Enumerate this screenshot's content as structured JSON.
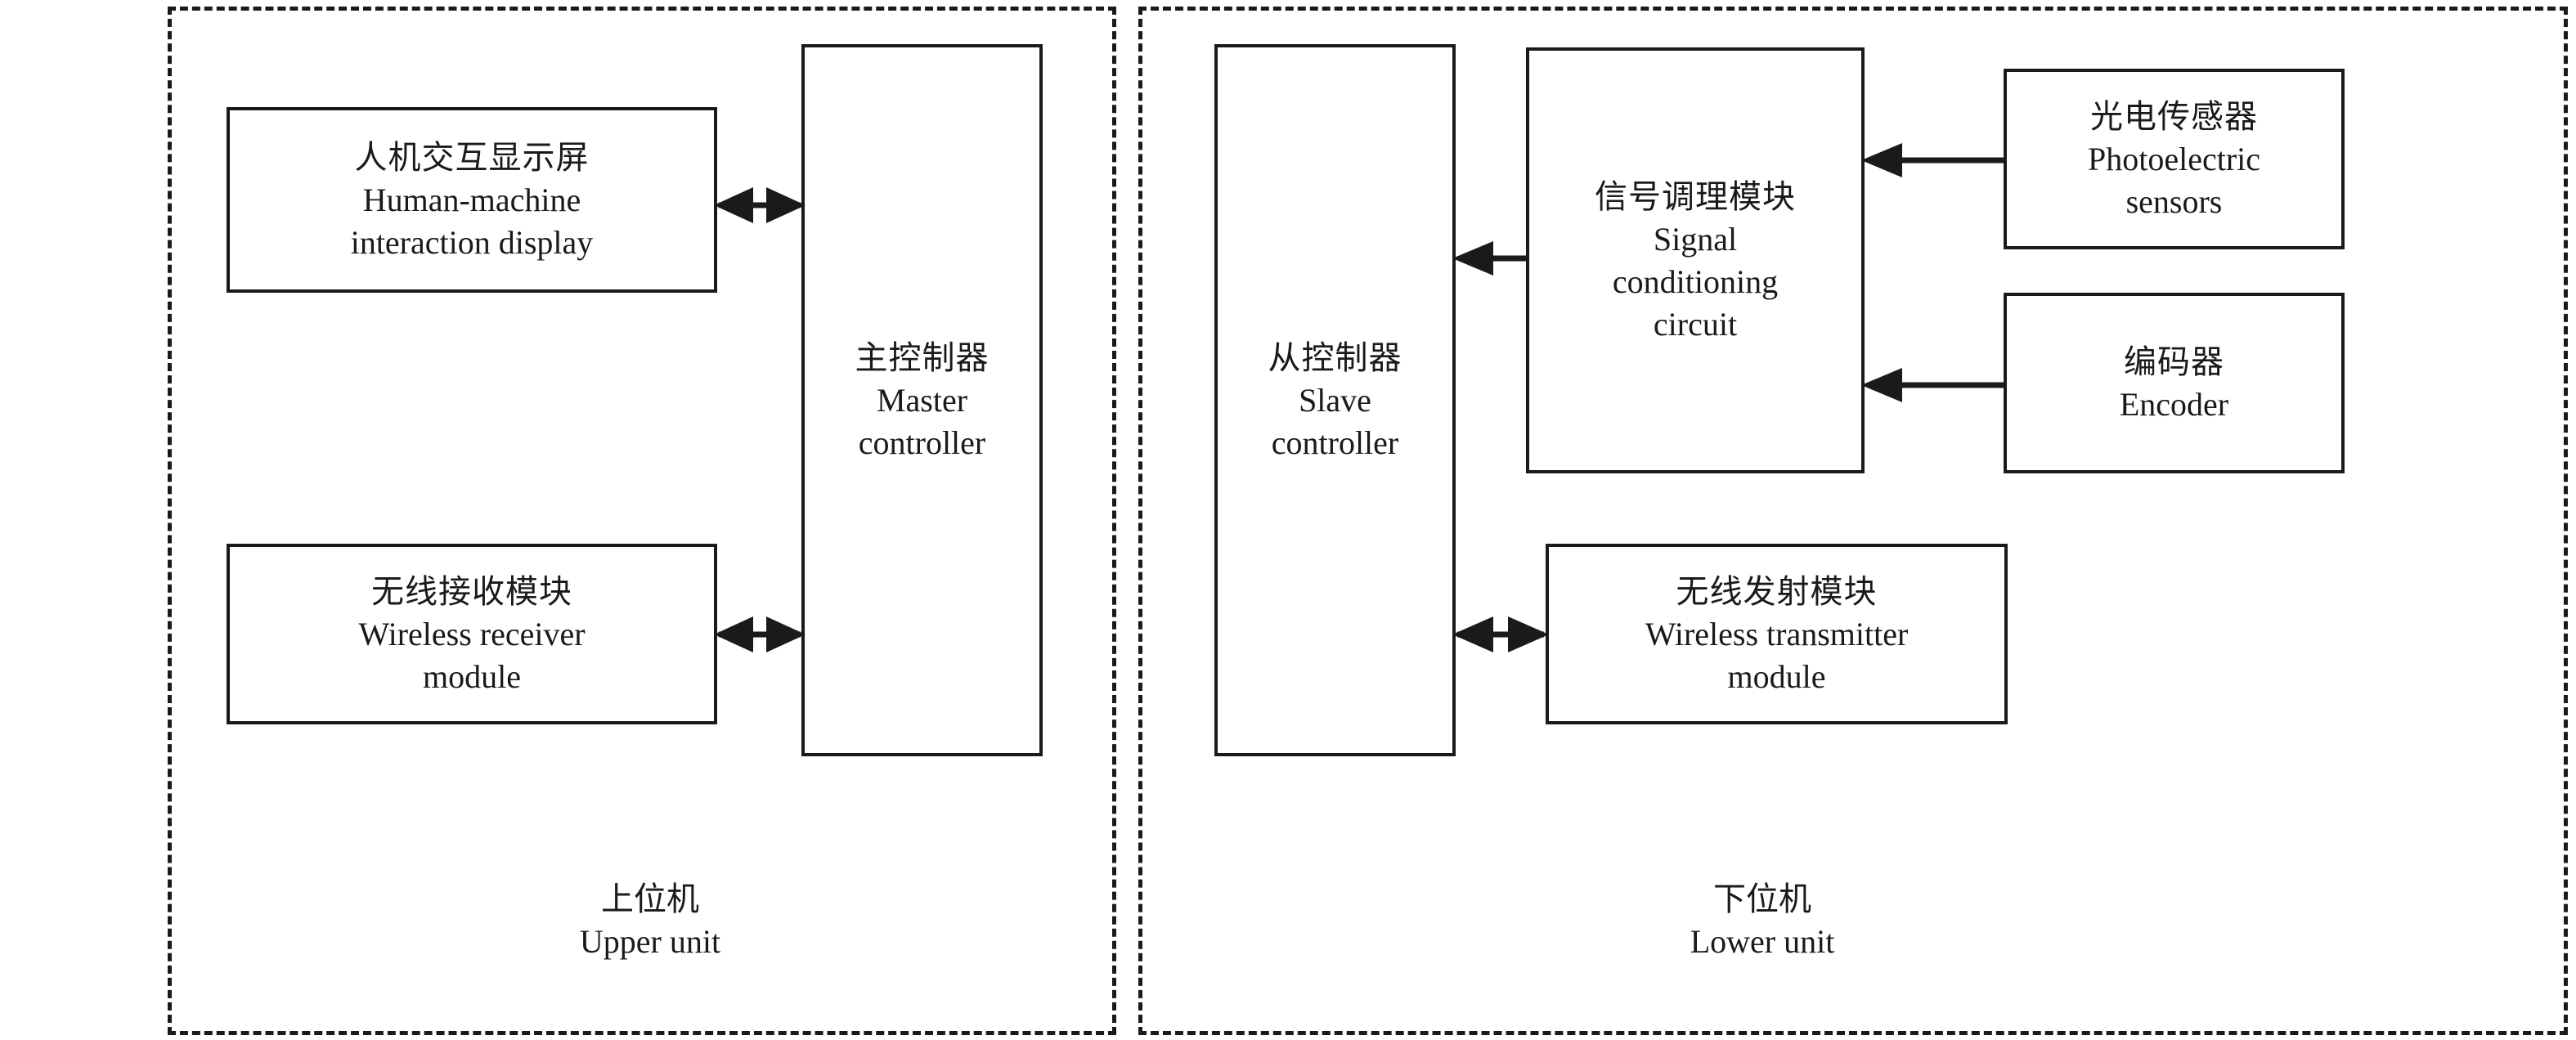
{
  "diagram": {
    "title_cn": "",
    "panels": [
      {
        "id": "upper",
        "caption_cn": "上位机",
        "caption_en": "Upper unit",
        "border_style": "dashed"
      },
      {
        "id": "lower",
        "caption_cn": "下位机",
        "caption_en": "Lower unit",
        "border_style": "dashed"
      }
    ],
    "boxes": [
      {
        "id": "hmi",
        "cn": "人机交互显示屏",
        "en_line1": "Human-machine",
        "en_line2": "interaction display",
        "en_line3": ""
      },
      {
        "id": "master",
        "cn": "主控制器",
        "en_line1": "Master",
        "en_line2": "controller",
        "en_line3": ""
      },
      {
        "id": "wireless_receiver",
        "cn": "无线接收模块",
        "en_line1": "Wireless receiver",
        "en_line2": "module",
        "en_line3": ""
      },
      {
        "id": "slave",
        "cn": "从控制器",
        "en_line1": "Slave",
        "en_line2": "controller",
        "en_line3": ""
      },
      {
        "id": "signal_conditioning",
        "cn": "信号调理模块",
        "en_line1": "Signal",
        "en_line2": "conditioning",
        "en_line3": "circuit"
      },
      {
        "id": "photoelectric_sensors",
        "cn": "光电传感器",
        "en_line1": "Photoelectric",
        "en_line2": "sensors",
        "en_line3": ""
      },
      {
        "id": "encoder",
        "cn": "编码器",
        "en_line1": "Encoder",
        "en_line2": "",
        "en_line3": ""
      },
      {
        "id": "wireless_transmitter",
        "cn": "无线发射模块",
        "en_line1": "Wireless transmitter",
        "en_line2": "module",
        "en_line3": ""
      }
    ],
    "connections": [
      {
        "id": "hmi-master",
        "from": "hmi",
        "to": "master",
        "arrow": "bidirectional"
      },
      {
        "id": "wreceiver-master",
        "from": "wireless_receiver",
        "to": "master",
        "arrow": "bidirectional"
      },
      {
        "id": "signal-slave",
        "from": "signal_conditioning",
        "to": "slave",
        "arrow": "single-left"
      },
      {
        "id": "slave-wtransmitter",
        "from": "slave",
        "to": "wireless_transmitter",
        "arrow": "bidirectional"
      },
      {
        "id": "photo-signal",
        "from": "photoelectric_sensors",
        "to": "signal_conditioning",
        "arrow": "single-left"
      },
      {
        "id": "encoder-signal",
        "from": "encoder",
        "to": "signal_conditioning",
        "arrow": "single-left"
      }
    ],
    "colors": {
      "stroke": "#1a1a1a",
      "background": "#ffffff"
    }
  }
}
